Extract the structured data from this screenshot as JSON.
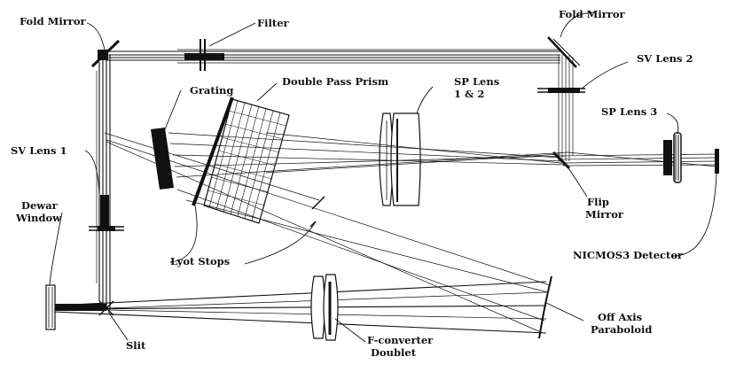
{
  "labels": {
    "fold_mirror_left": "Fold Mirror",
    "filter": "Filter",
    "fold_mirror_right": "Fold Mirror",
    "sv_lens_2": "SV Lens 2",
    "grating": "Grating",
    "double_pass_prism": "Double Pass Prism",
    "sp_lens_1_2_line1": "SP Lens",
    "sp_lens_1_2_line2": "1 & 2",
    "sp_lens_3": "SP Lens 3",
    "sv_lens_1": "SV Lens 1",
    "dewar_window_line1": "Dewar",
    "dewar_window_line2": "Window",
    "flip_mirror_line1": "Flip",
    "flip_mirror_line2": "Mirror",
    "lyot_stops": "Lyot Stops",
    "nicmos3_detector": "NICMOS3 Detector",
    "off_axis_paraboloid_line1": "Off Axis",
    "off_axis_paraboloid_line2": "Paraboloid",
    "slit": "Slit",
    "f_converter_doublet_line1": "F-converter",
    "f_converter_doublet_line2": "Doublet"
  }
}
